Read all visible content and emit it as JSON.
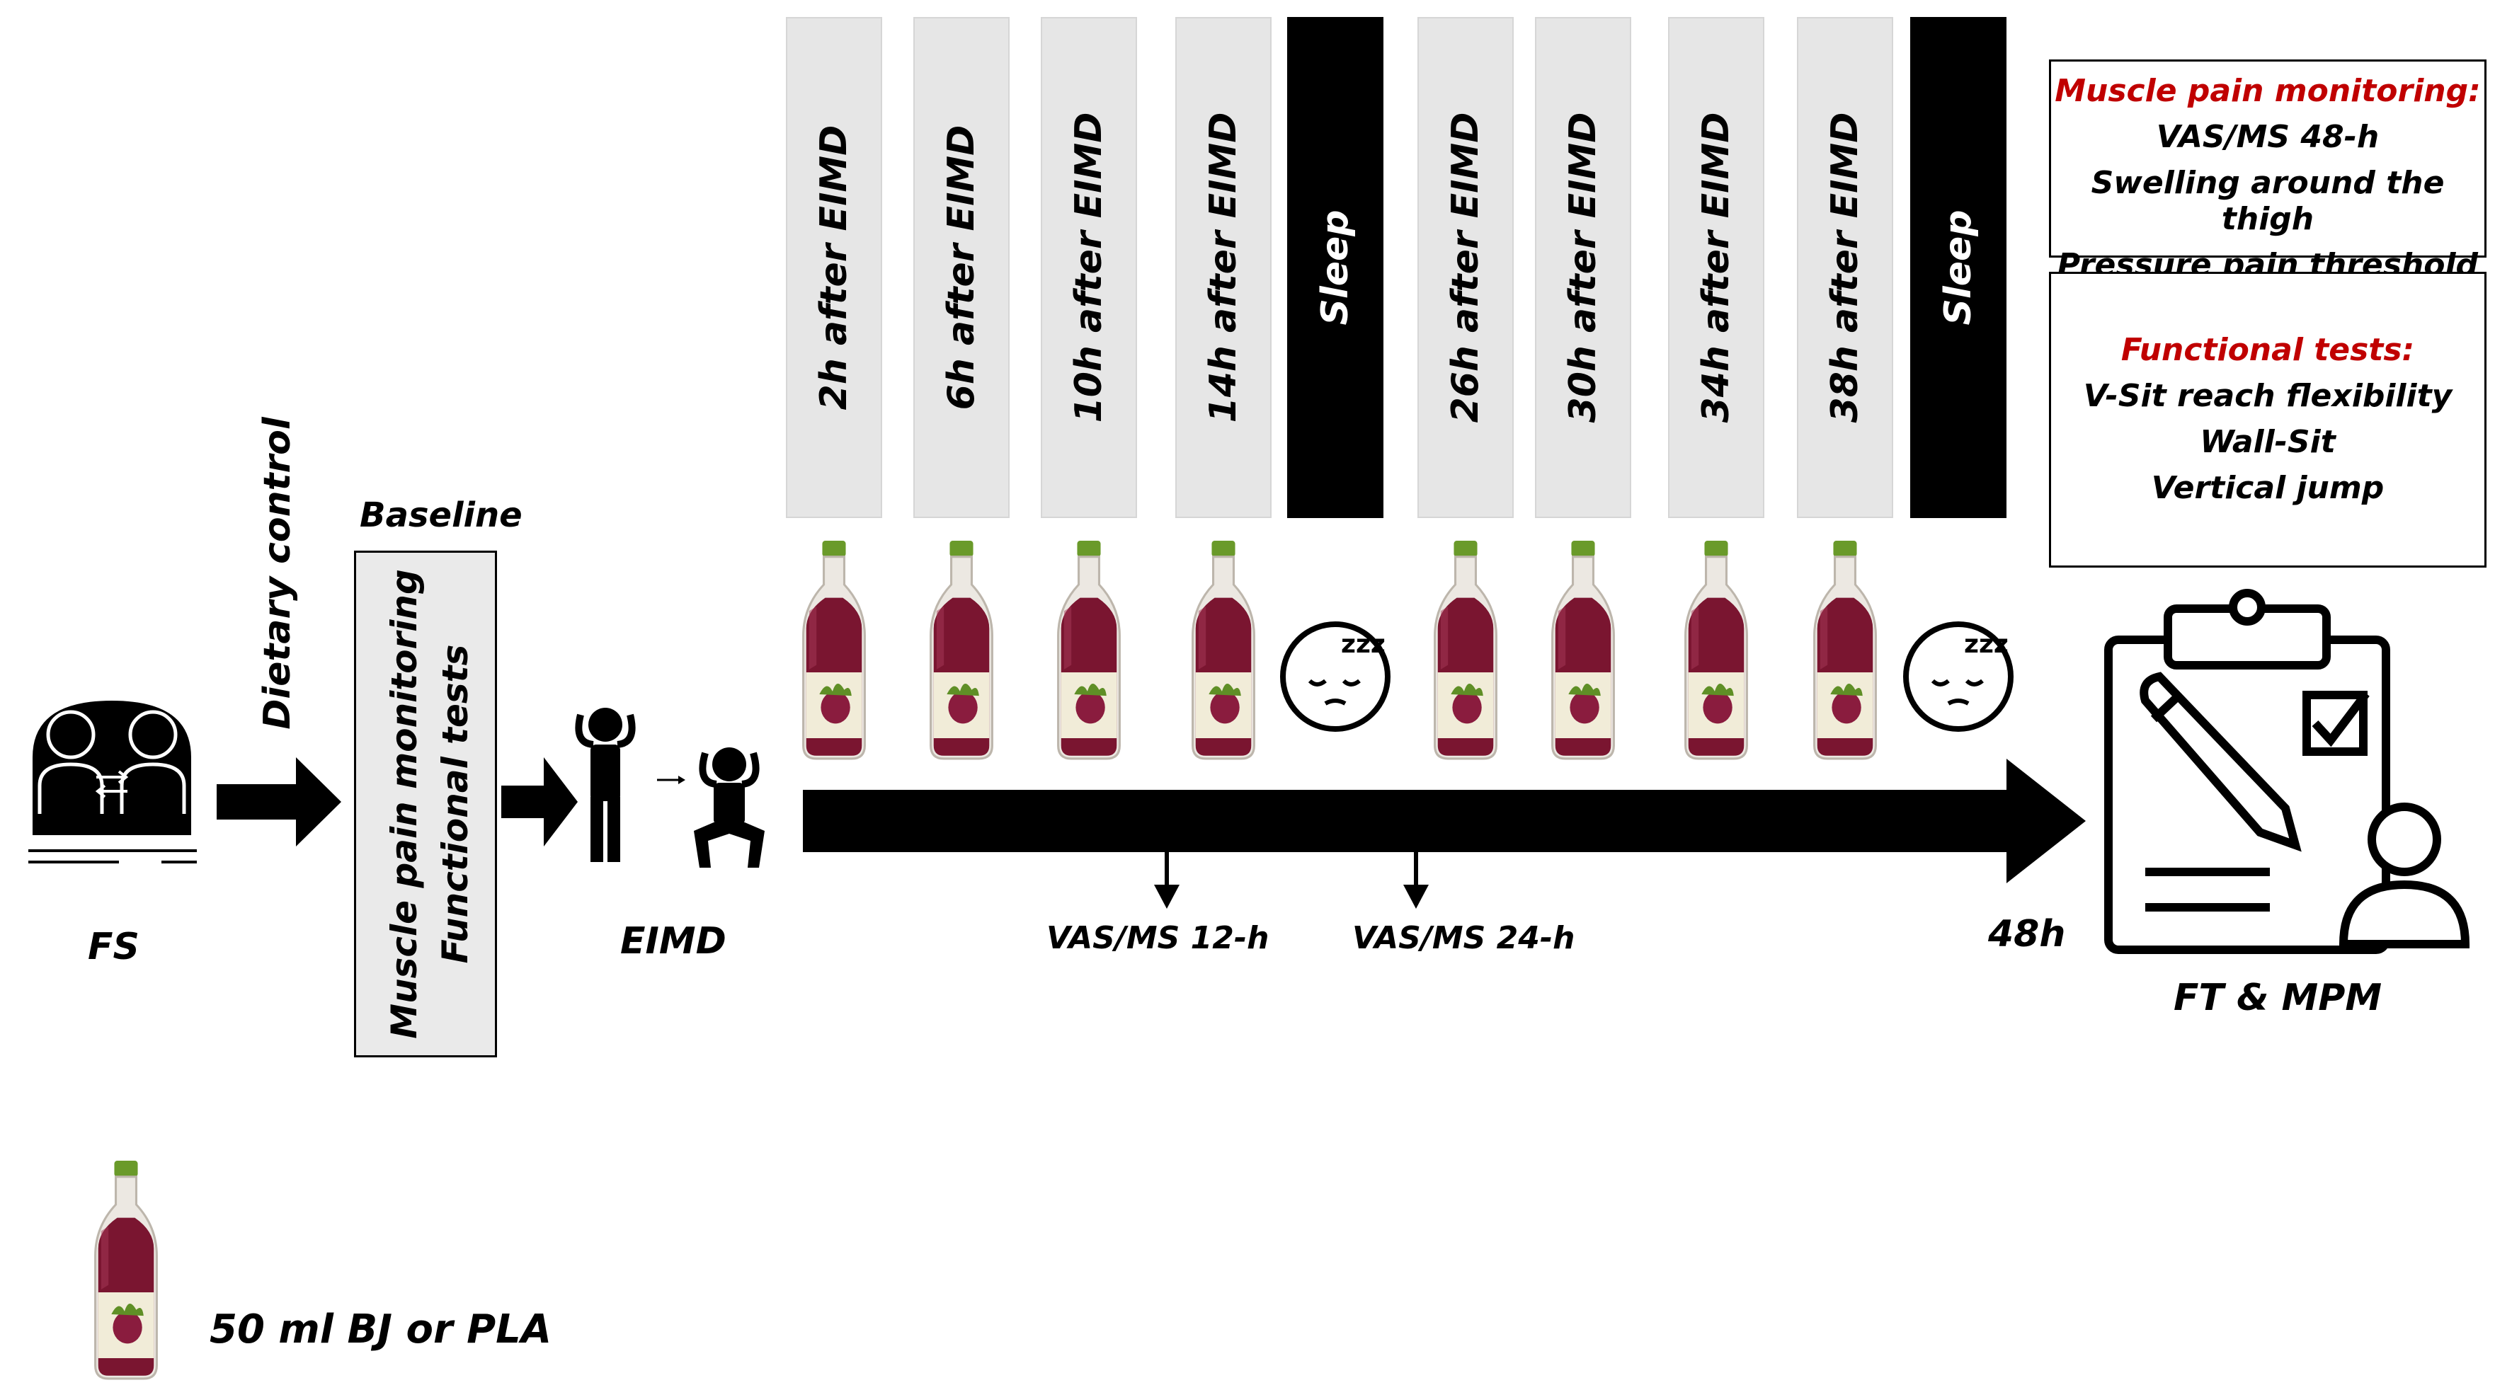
{
  "timepoints": [
    {
      "label": "2h after EIMD",
      "type": "light"
    },
    {
      "label": "6h after EIMD",
      "type": "light"
    },
    {
      "label": "10h after EIMD",
      "type": "light"
    },
    {
      "label": "14h after EIMD",
      "type": "light"
    },
    {
      "label": "Sleep",
      "type": "dark"
    },
    {
      "label": "26h after EIMD",
      "type": "light"
    },
    {
      "label": "30h after EIMD",
      "type": "light"
    },
    {
      "label": "34h after EIMD",
      "type": "light"
    },
    {
      "label": "38h after EIMD",
      "type": "light"
    },
    {
      "label": "Sleep",
      "type": "dark"
    }
  ],
  "fs_label": "FS",
  "dietary_label": "Dietary control",
  "baseline": {
    "title": "Baseline",
    "line1": "Muscle pain monitoring",
    "line2": "Functional tests"
  },
  "eimd_label": "EIMD",
  "timeline": {
    "end_label": "48h",
    "mark1": "VAS/MS 12-h",
    "mark2": "VAS/MS 24-h"
  },
  "muscle_pain_box": {
    "title": "Muscle pain monitoring:",
    "items": [
      "VAS/MS 48-h",
      "Swelling around the thigh",
      "Pressure pain threshold"
    ]
  },
  "functional_box": {
    "title": "Functional tests:",
    "items": [
      "V-Sit reach flexibility",
      "Wall-Sit",
      "Vertical jump"
    ]
  },
  "ft_mpm_label": "FT & MPM",
  "legend_label": "50 ml BJ or PLA",
  "colors": {
    "juice": "#7a1530",
    "cap": "#6a9a2a",
    "accent_red": "#c00000",
    "light_bar": "#e6e6e6"
  }
}
